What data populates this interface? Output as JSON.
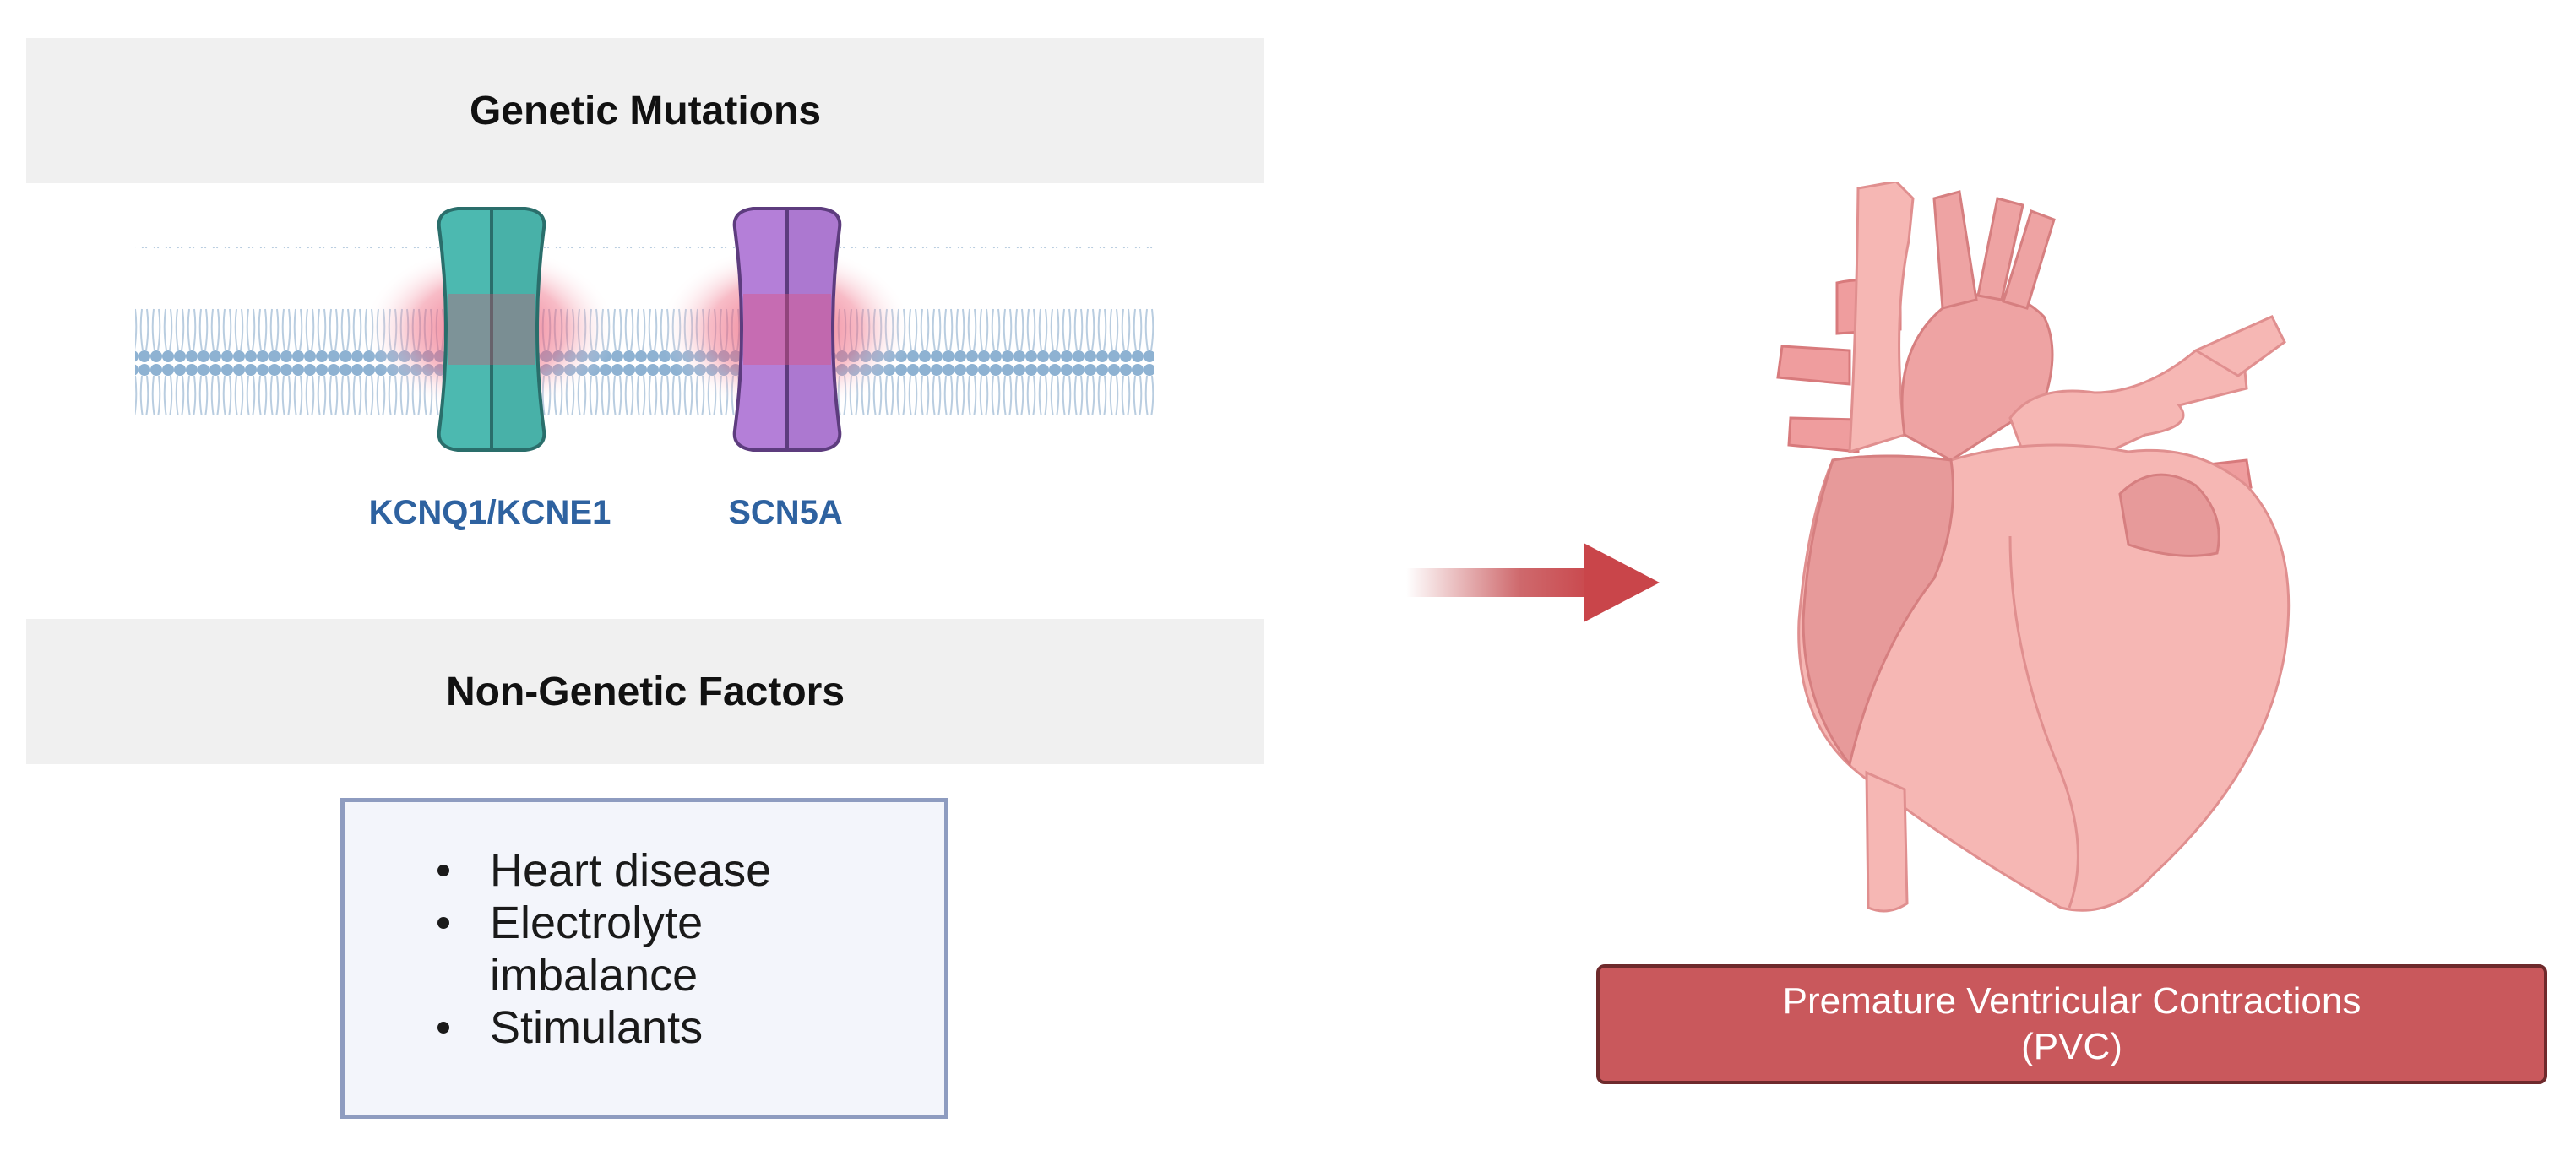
{
  "genetic_mutations": {
    "title": "Genetic Mutations",
    "channels": [
      {
        "label": "KCNQ1/KCNE1",
        "color": "#4cb9b0"
      },
      {
        "label": "SCN5A",
        "color": "#b47fd8"
      }
    ],
    "label_color": "#2e62a0",
    "membrane_color": "#7fa6c8"
  },
  "non_genetic_factors": {
    "title": "Non-Genetic Factors",
    "items": [
      "Heart disease",
      "Electrolyte imbalance",
      "Stimulants"
    ]
  },
  "outcome": {
    "icon": "heart-icon",
    "arrow_icon": "right-arrow-icon",
    "box_line1": "Premature Ventricular Contractions",
    "box_line2": "(PVC)",
    "box_color": "#c9585c",
    "heart_color": "#f6b7b4"
  }
}
